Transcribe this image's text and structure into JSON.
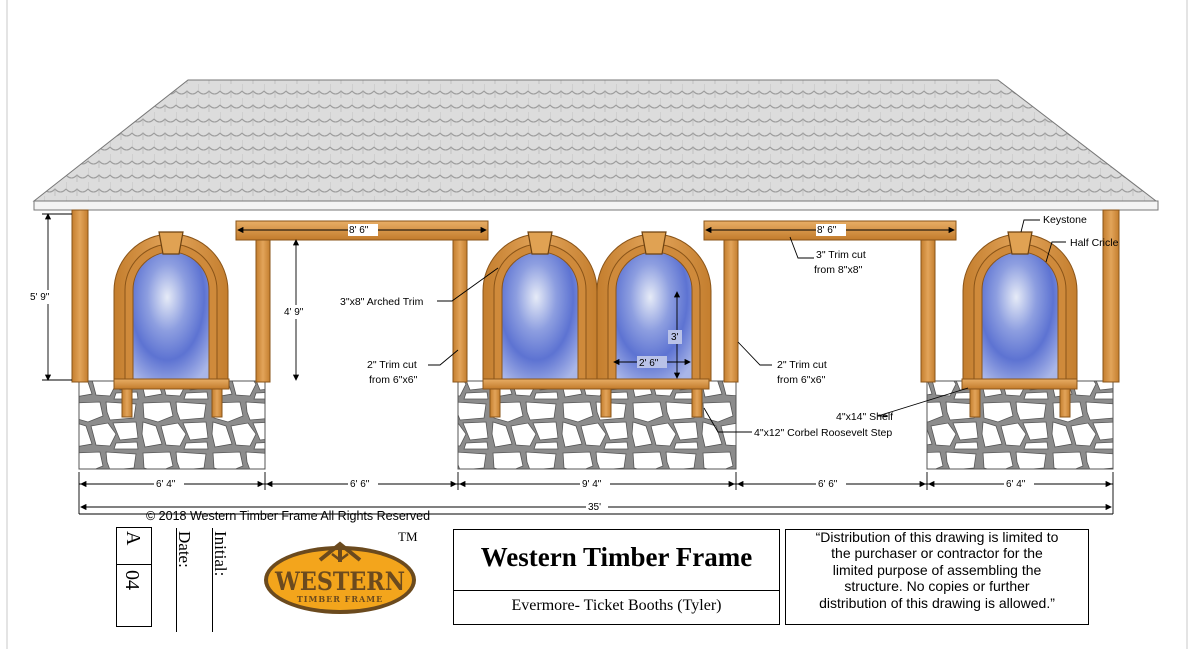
{
  "dimensions": {
    "overall_height": "5' 9\"",
    "opening_height": "4' 9\"",
    "beam_left": "8' 6\"",
    "beam_right": "8' 6\"",
    "window_height": "3'",
    "window_width": "2' 6\"",
    "bottom": [
      "6' 4\"",
      "6' 6\"",
      "9' 4\"",
      "6' 6\"",
      "6' 4\""
    ],
    "overall_width": "35'"
  },
  "callouts": {
    "arched_trim": "3\"x8\" Arched Trim",
    "trim_left_line1": "2\" Trim cut",
    "trim_left_line2": "from 6\"x6\"",
    "trim_right_line1": "2\" Trim cut",
    "trim_right_line2": "from 6\"x6\"",
    "beam_trim_line1": "3\" Trim cut",
    "beam_trim_line2": "from 8\"x8\"",
    "keystone": "Keystone",
    "half_circle": "Half Cricle",
    "shelf": "4\"x14\" Shelf",
    "corbel": "4\"x12\" Corbel Roosevelt Step"
  },
  "title_block": {
    "copyright": "© 2018 Western Timber Frame All Rights Reserved",
    "sheet_letter": "A",
    "sheet_number": "04",
    "date_label": "Date:",
    "initial_label": "Initial:",
    "logo_main": "WESTERN",
    "logo_sub": "TIMBER FRAME",
    "trademark": "TM",
    "company": "Western Timber Frame",
    "project": "Evermore- Ticket Booths (Tyler)",
    "distribution_lines": [
      "“Distribution of this drawing is limited to",
      "the purchaser or contractor for the",
      "limited purpose of assembling the",
      "structure.  No copies or further",
      "distribution of this drawing is allowed.”"
    ]
  },
  "colors": {
    "roof": "#d8d8d8",
    "roof_line": "#9a9a9a",
    "timber": "#d99a48",
    "timber_dark": "#8a5418",
    "stone_fill": "#ffffff",
    "stone_mortar": "#8c8c8c",
    "glass": "#6a7fd6",
    "logo_orange": "#f3a51c",
    "logo_dark": "#6b4a1e"
  }
}
